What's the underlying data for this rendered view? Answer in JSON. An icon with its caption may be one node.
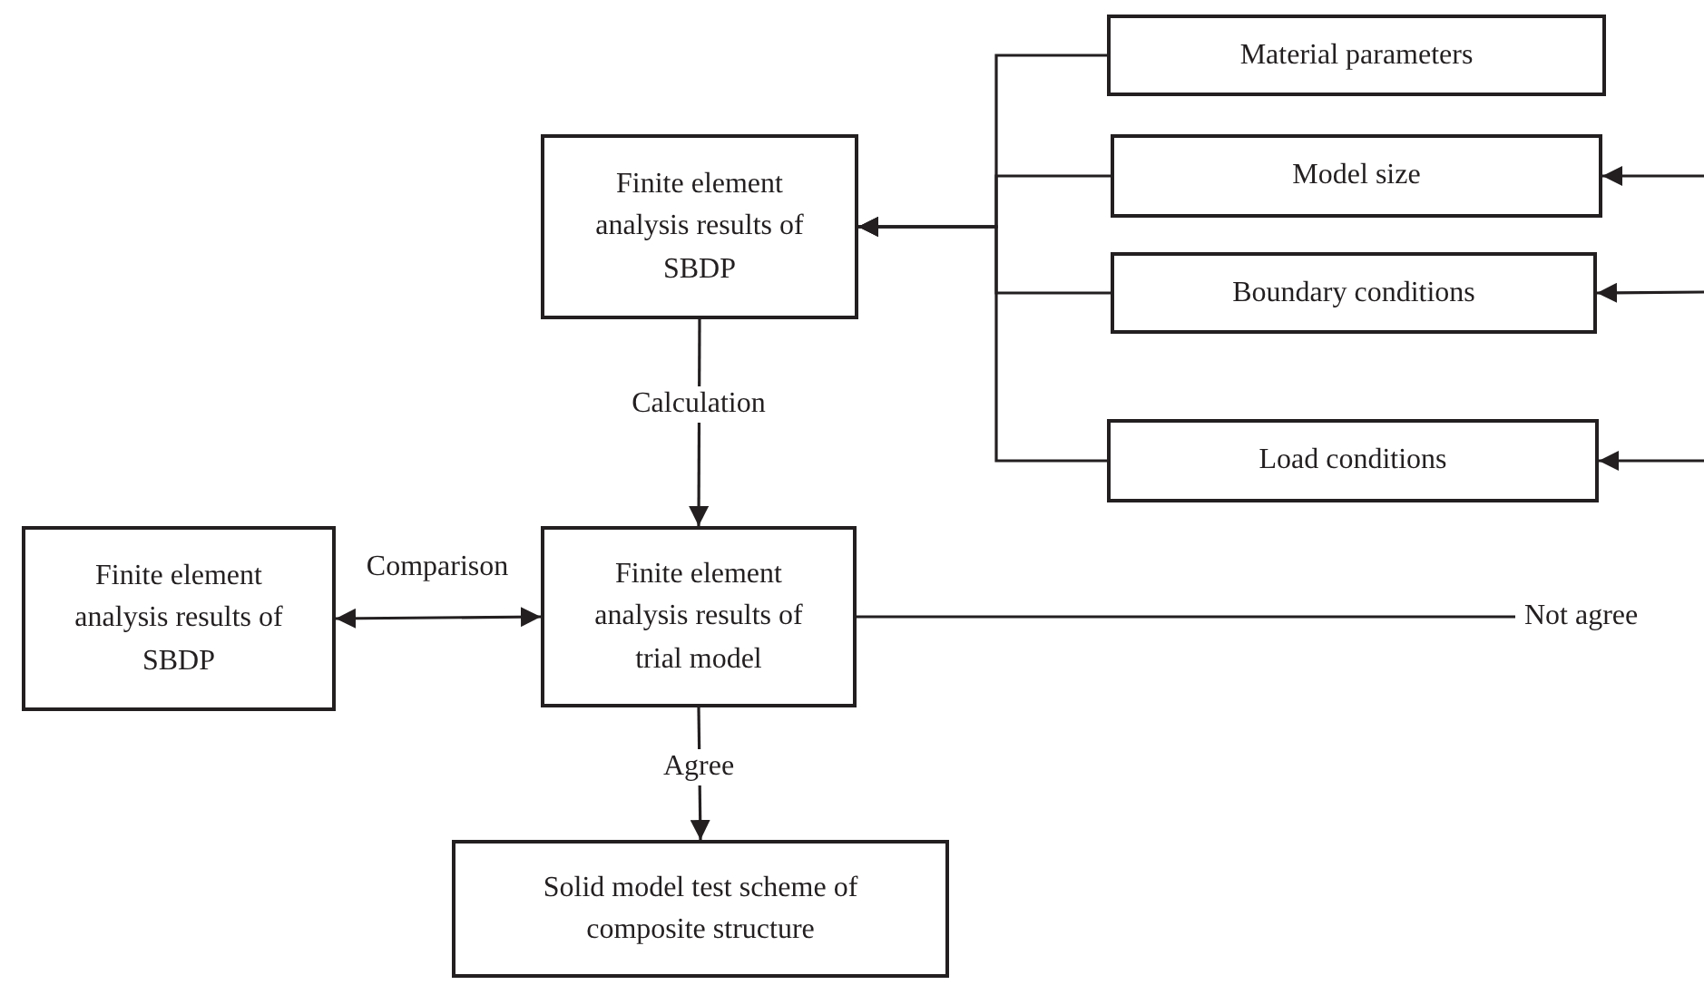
{
  "diagram": {
    "nodes": [
      {
        "text": [
          "Finite element analysis results of SBDP"
        ]
      },
      {
        "text": [
          "Material parameters"
        ]
      },
      {
        "text": [
          "Model size"
        ]
      },
      {
        "text": [
          "Boundary conditions"
        ]
      },
      {
        "text": [
          "Load conditions"
        ]
      },
      {
        "text": [
          "Finite element analysis results of SBDP"
        ]
      },
      {
        "text": [
          "Finite element analysis results of trial model"
        ]
      },
      {
        "text": [
          "Solid model test scheme of composite structure"
        ]
      }
    ],
    "edges": [
      {
        "from": 1,
        "to": 0,
        "arrow": "to"
      },
      {
        "from": 2,
        "to": 0,
        "arrow": "to"
      },
      {
        "from": 3,
        "to": 0,
        "arrow": "to"
      },
      {
        "from": 4,
        "to": 0,
        "arrow": "to"
      },
      {
        "from": null,
        "to": 2,
        "arrow": "to"
      },
      {
        "from": null,
        "to": 3,
        "arrow": "to"
      },
      {
        "from": null,
        "to": 4,
        "arrow": "to"
      },
      {
        "from": 0,
        "to": 6,
        "arrow": "to",
        "label": "Calculation"
      },
      {
        "from": 5,
        "to": 6,
        "arrow": "both",
        "label": "Comparison"
      },
      {
        "from": 6,
        "to": null,
        "arrow": "none",
        "label": "Not agree"
      },
      {
        "from": 6,
        "to": 7,
        "arrow": "to",
        "label": "Agree"
      }
    ]
  }
}
